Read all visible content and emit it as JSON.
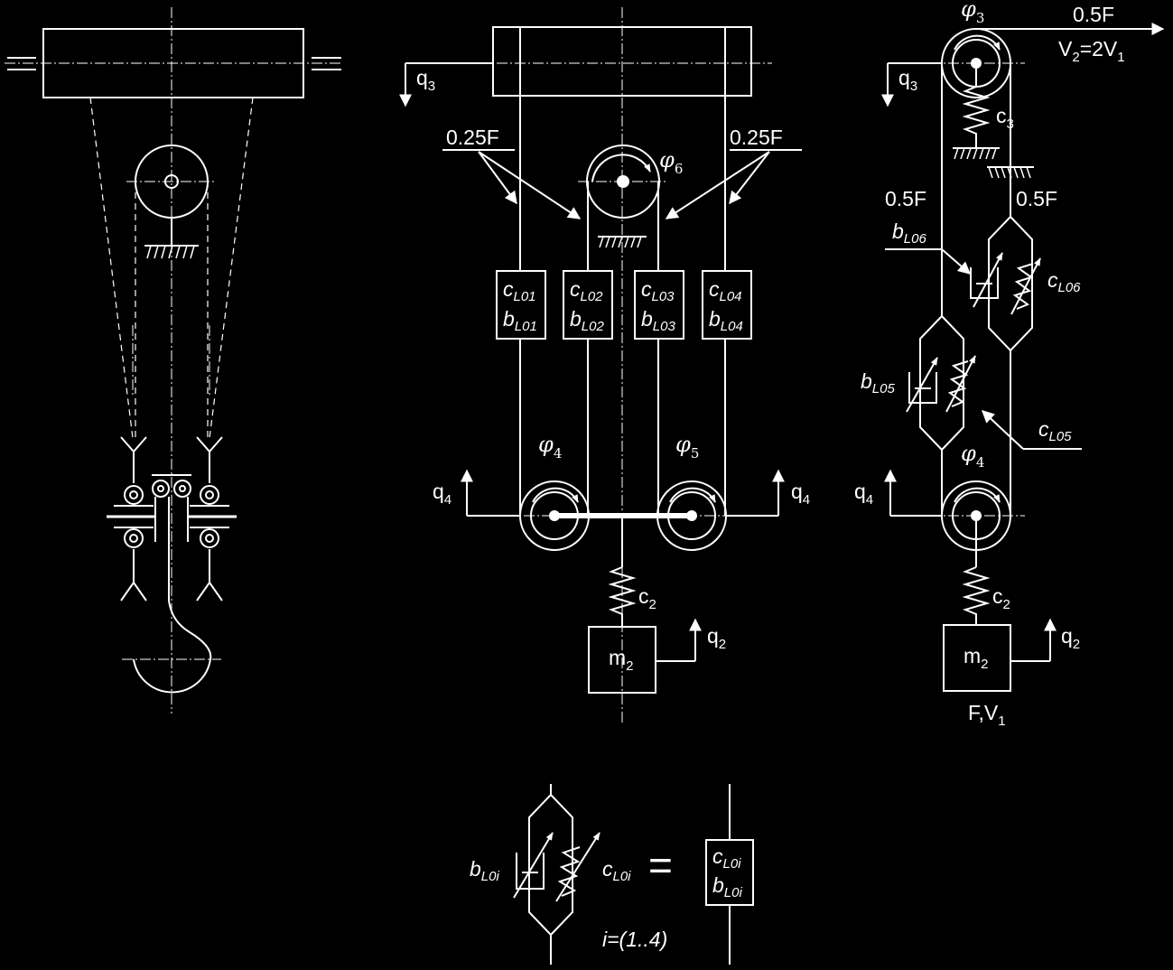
{
  "labels": {
    "q3_mid": {
      "base": "q",
      "sub": "3"
    },
    "q3_right": {
      "base": "q",
      "sub": "3"
    },
    "q4_left": {
      "base": "q",
      "sub": "4"
    },
    "q4_midright": {
      "base": "q",
      "sub": "4"
    },
    "q4_right": {
      "base": "q",
      "sub": "4"
    },
    "q2_mid": {
      "base": "q",
      "sub": "2"
    },
    "q2_right": {
      "base": "q",
      "sub": "2"
    },
    "force_025_left": "0.25F",
    "force_025_right": "0.25F",
    "force_05_top": "0.5F",
    "force_05_left": "0.5F",
    "force_05_right": "0.5F",
    "velocity": {
      "a": "V",
      "a_sub": "2",
      "b": "=2V",
      "b_sub": "1"
    },
    "fv": {
      "a": "F,V",
      "a_sub": "1"
    },
    "phi3": {
      "base": "φ",
      "sub": "3"
    },
    "phi4_mid": {
      "base": "φ",
      "sub": "4"
    },
    "phi5": {
      "base": "φ",
      "sub": "5"
    },
    "phi6": {
      "base": "φ",
      "sub": "6"
    },
    "phi4_right": {
      "base": "φ",
      "sub": "4"
    },
    "c2_mid": {
      "base": "c",
      "sub": "2"
    },
    "c2_right": {
      "base": "c",
      "sub": "2"
    },
    "c3": {
      "base": "c",
      "sub": "3"
    },
    "m2_mid": {
      "base": "m",
      "sub": "2"
    },
    "m2_right": {
      "base": "m",
      "sub": "2"
    },
    "rope_boxes": [
      {
        "c": "c",
        "c_sub": "L01",
        "b": "b",
        "b_sub": "L01"
      },
      {
        "c": "c",
        "c_sub": "L02",
        "b": "b",
        "b_sub": "L02"
      },
      {
        "c": "c",
        "c_sub": "L03",
        "b": "b",
        "b_sub": "L03"
      },
      {
        "c": "c",
        "c_sub": "L04",
        "b": "b",
        "b_sub": "L04"
      }
    ],
    "bL05": {
      "base": "b",
      "sub": "L05"
    },
    "cL05": {
      "base": "c",
      "sub": "L05"
    },
    "bL06": {
      "base": "b",
      "sub": "L06"
    },
    "cL06": {
      "base": "c",
      "sub": "L06"
    },
    "legend": {
      "b": {
        "base": "b",
        "sub": "L0i"
      },
      "c": {
        "base": "c",
        "sub": "L0i"
      },
      "eq": "=",
      "box_c": {
        "base": "c",
        "sub": "L0i"
      },
      "box_b": {
        "base": "b",
        "sub": "L0i"
      },
      "index": "i=(1..4)"
    }
  }
}
